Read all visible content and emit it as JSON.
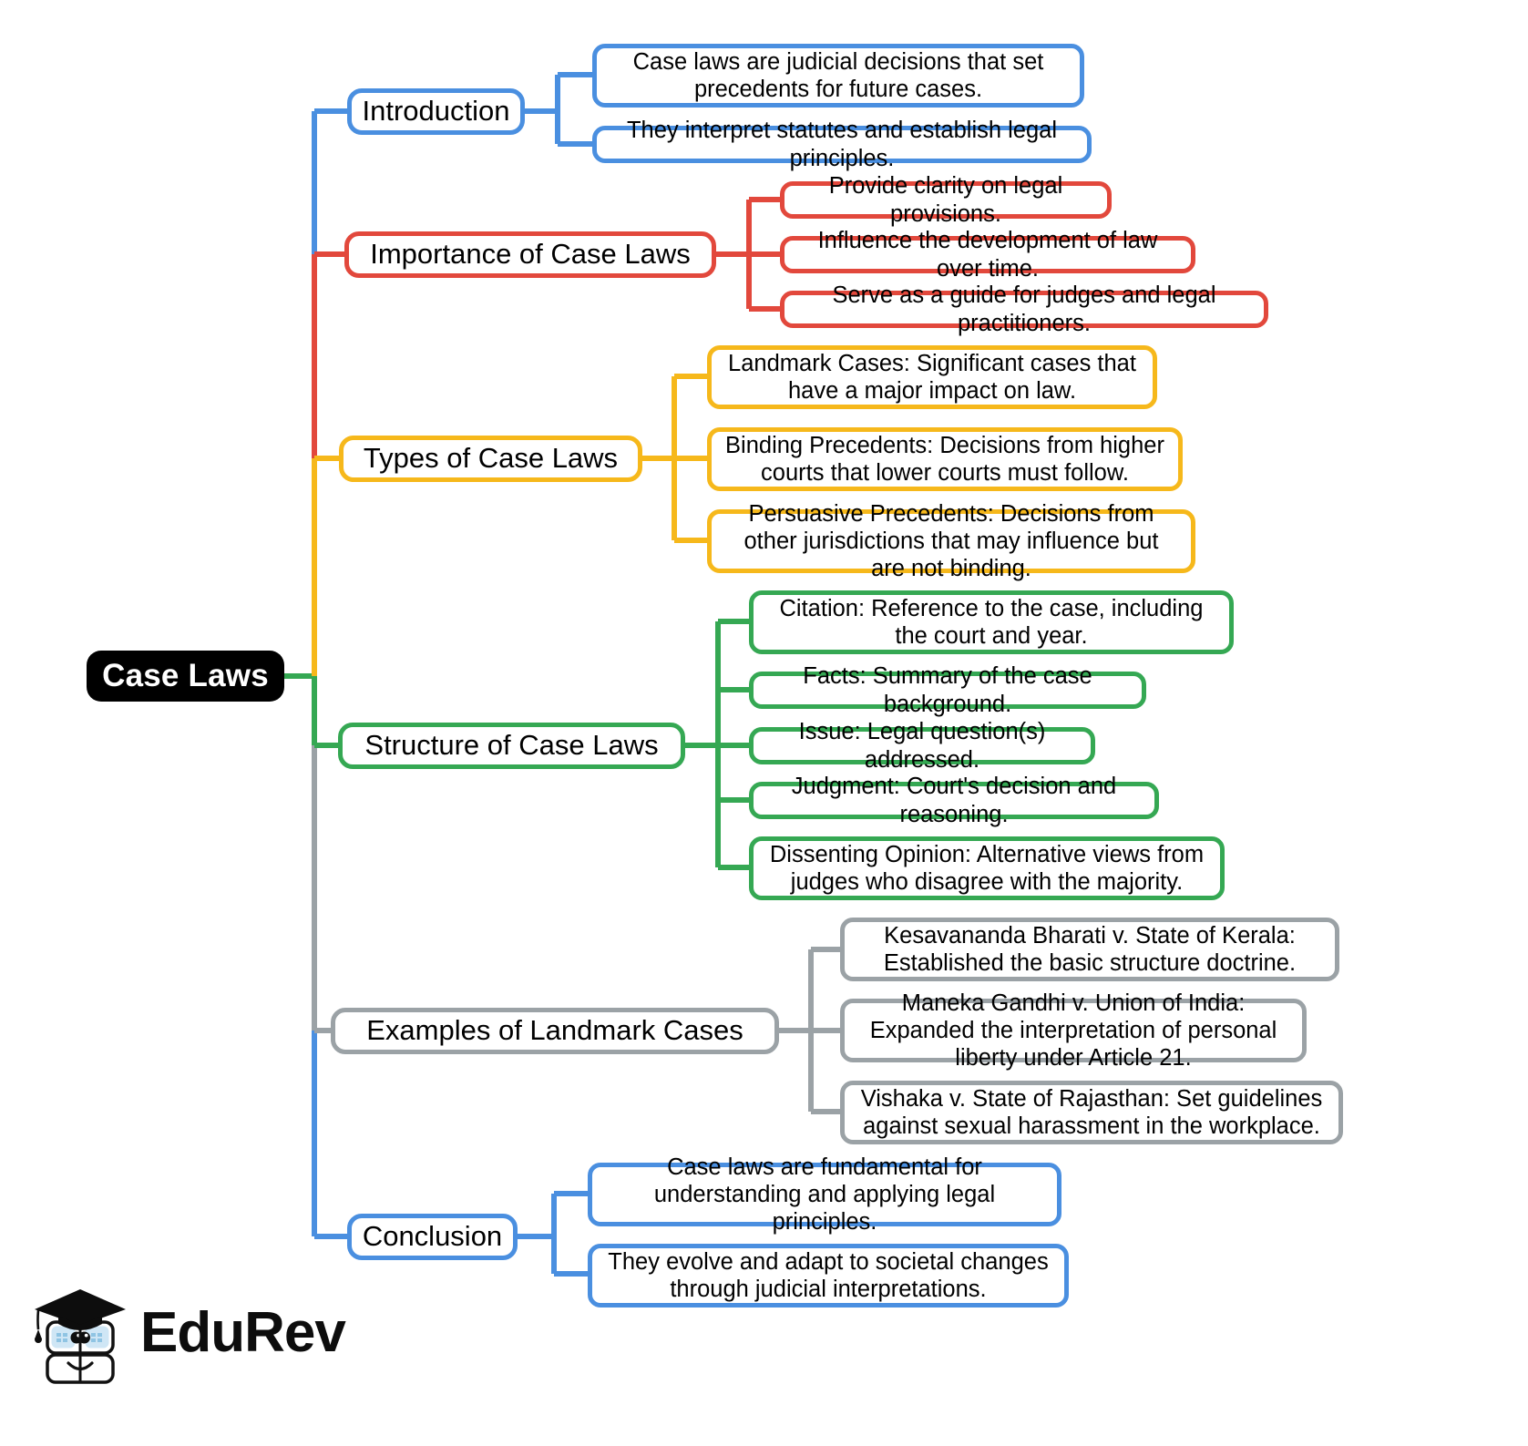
{
  "title": "Case Laws",
  "root": {
    "label": "Case Laws",
    "color": "#000000"
  },
  "colors": {
    "blue": "#4A8FE0",
    "red": "#E2483C",
    "yellow": "#F6B81B",
    "green": "#35A853",
    "gray": "#9BA2A6",
    "root": "#000000"
  },
  "branches": [
    {
      "label": "Introduction",
      "color": "#4A8FE0",
      "children": [
        "Case laws are judicial decisions that set precedents for future cases.",
        "They interpret statutes and establish legal principles."
      ]
    },
    {
      "label": "Importance of Case Laws",
      "color": "#E2483C",
      "children": [
        "Provide clarity on legal provisions.",
        "Influence the development of law over time.",
        "Serve as a guide for judges and legal practitioners."
      ]
    },
    {
      "label": "Types of Case Laws",
      "color": "#F6B81B",
      "children": [
        "Landmark Cases: Significant cases that have a major impact on law.",
        "Binding Precedents: Decisions from higher courts that lower courts must follow.",
        "Persuasive Precedents: Decisions from other jurisdictions that may influence but are not binding."
      ]
    },
    {
      "label": "Structure of Case Laws",
      "color": "#35A853",
      "children": [
        "Citation: Reference to the case, including the court and year.",
        "Facts: Summary of the case background.",
        "Issue: Legal question(s) addressed.",
        "Judgment: Court's decision and reasoning.",
        "Dissenting Opinion: Alternative views from judges who disagree with the majority."
      ]
    },
    {
      "label": "Examples of Landmark Cases",
      "color": "#9BA2A6",
      "children": [
        "Kesavananda Bharati v. State of Kerala: Established the basic structure doctrine.",
        "Maneka Gandhi v. Union of India: Expanded the interpretation of personal liberty under Article 21.",
        "Vishaka v. State of Rajasthan: Set guidelines against sexual harassment in the workplace."
      ]
    },
    {
      "label": "Conclusion",
      "color": "#4A8FE0",
      "children": [
        "Case laws are fundamental for understanding and applying legal principles.",
        "They evolve and adapt to societal changes through judicial interpretations."
      ]
    }
  ],
  "logo": {
    "text": "EduRev",
    "mark": "graduation-cap-book-character"
  }
}
